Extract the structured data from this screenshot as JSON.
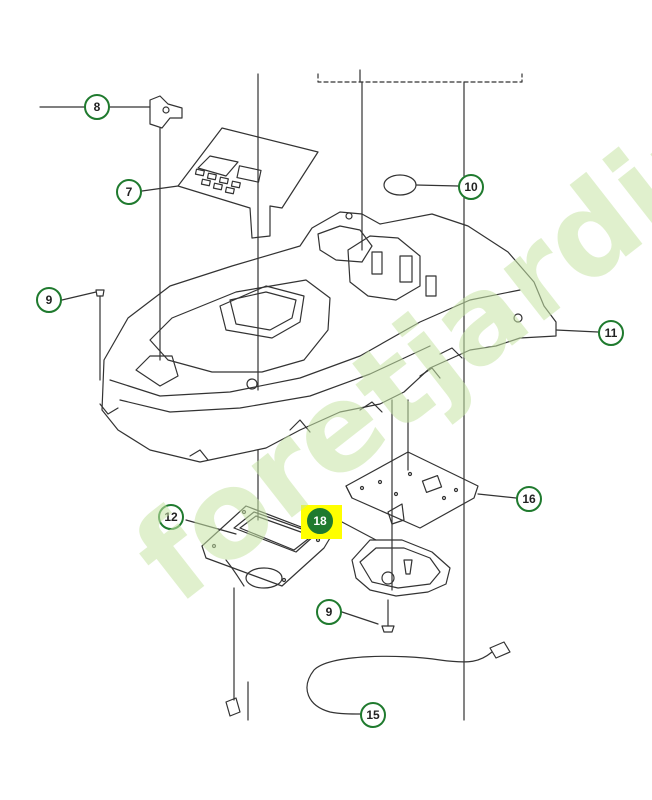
{
  "callouts": {
    "c7": "7",
    "c8": "8",
    "c9a": "9",
    "c9b": "9",
    "c10": "10",
    "c11": "11",
    "c12": "12",
    "c15": "15",
    "c16": "16",
    "c18": "18"
  },
  "watermark": "foretjardin.com",
  "colors": {
    "callout_border": "#1f7a2e",
    "highlight": "#ffff00",
    "watermark": "#c7e5a6"
  }
}
